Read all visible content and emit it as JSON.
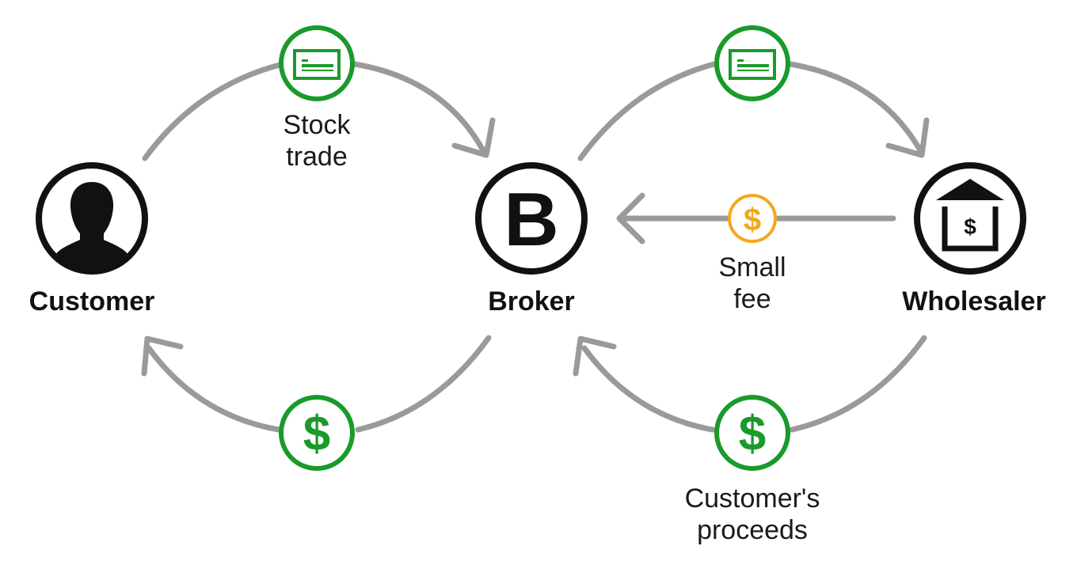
{
  "colors": {
    "arrow": "#9a9a9a",
    "green": "#1a9a2a",
    "orange": "#f2a81d",
    "black": "#111111",
    "background": "#ffffff"
  },
  "nodes": {
    "customer": {
      "label": "Customer",
      "icon": "person-icon"
    },
    "broker": {
      "label": "Broker",
      "icon": "letter-b-icon",
      "glyph": "B"
    },
    "wholesaler": {
      "label": "Wholesaler",
      "icon": "bank-dollar-icon",
      "glyph": "$"
    }
  },
  "flows": {
    "stock_trade_customer_to_broker": {
      "lines": [
        "Stock",
        "trade"
      ],
      "icon": "stock-certificate-icon"
    },
    "stock_trade_broker_to_wholesaler": {
      "lines": [],
      "icon": "stock-certificate-icon"
    },
    "small_fee": {
      "lines": [
        "Small",
        "fee"
      ],
      "icon": "dollar-coin-icon",
      "glyph": "$"
    },
    "proceeds_broker_to_customer": {
      "lines": [],
      "icon": "dollar-coin-icon",
      "glyph": "$"
    },
    "proceeds_wholesaler_to_broker": {
      "lines": [
        "Customer's",
        "proceeds"
      ],
      "icon": "dollar-coin-icon",
      "glyph": "$"
    }
  }
}
